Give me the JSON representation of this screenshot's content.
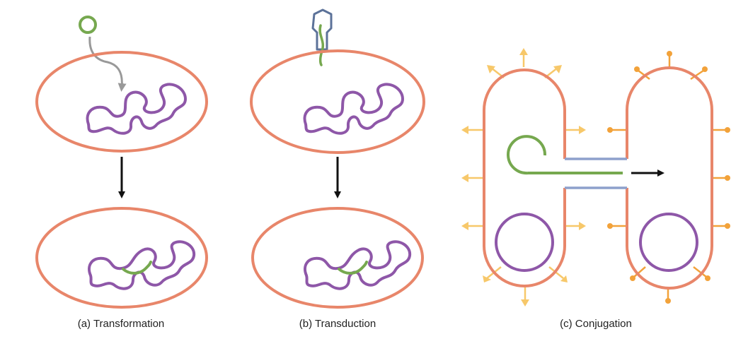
{
  "colors": {
    "membrane": "#E8866A",
    "chromosome": "#8E57A8",
    "plasmid_dna": "#76A84F",
    "phage": "#5C7299",
    "pilus_bridge": "#8DA0CC",
    "arrow_main": "#111111",
    "arrow_gray": "#999999",
    "appendage_light": "#F7C86A",
    "appendage_dark": "#F2A23A"
  },
  "panels": [
    {
      "id": "transformation",
      "caption": "(a) Transformation"
    },
    {
      "id": "transduction",
      "caption": "(b) Transduction"
    },
    {
      "id": "conjugation",
      "caption": "(c) Conjugation"
    }
  ]
}
